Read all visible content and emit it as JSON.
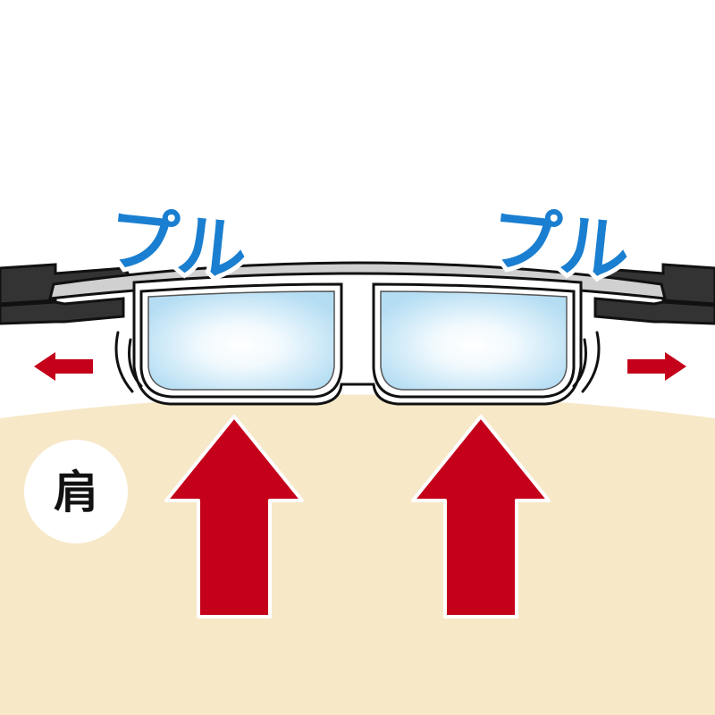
{
  "labels": {
    "sound_left": "プル",
    "sound_right": "プル",
    "shoulder": "肩"
  },
  "colors": {
    "shoulder_fill": "#f7e8c8",
    "shoulder_edge": "#f0dfb8",
    "arrow_red": "#c4001a",
    "sound_blue": "#1a7fd0",
    "lens_blue": "#bfe4f6",
    "frame_gray": "#d0d0d0",
    "strap_dark": "#333333",
    "outline": "#111111"
  },
  "icons": {
    "up_arrows": "arrow-up-icon",
    "side_arrows": "arrow-side-icon",
    "shake_lines": "vibration-lines-icon"
  }
}
